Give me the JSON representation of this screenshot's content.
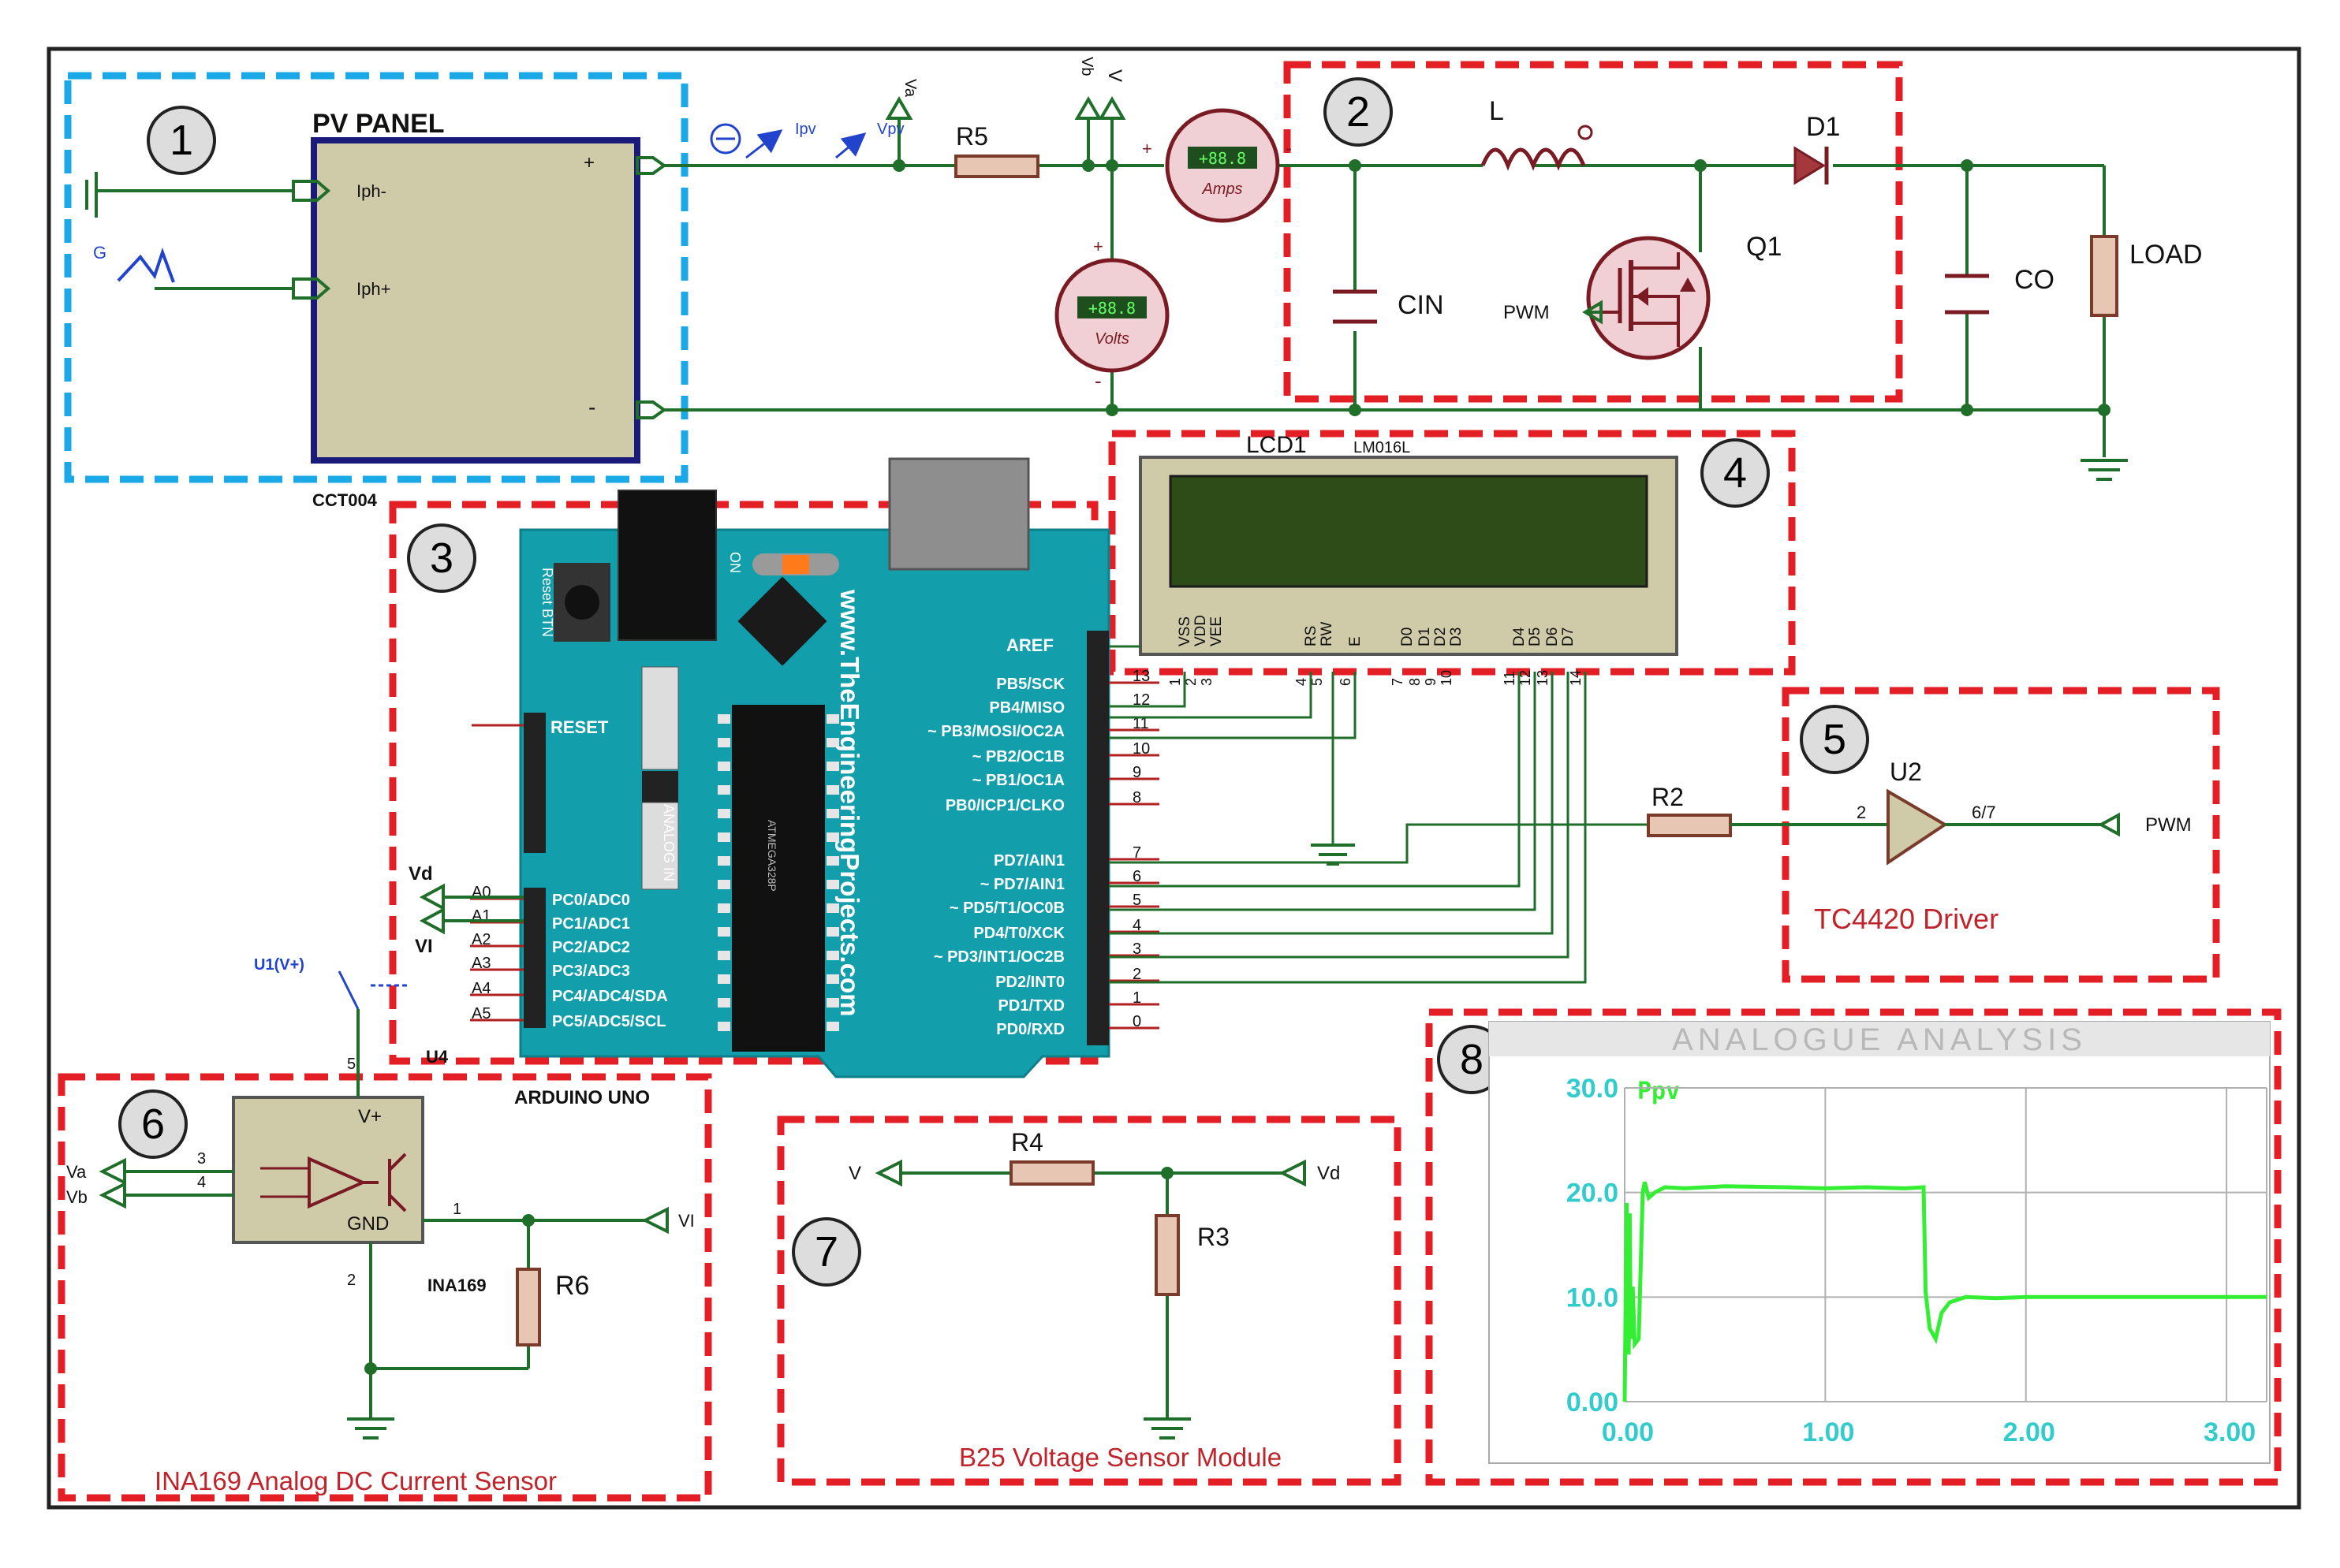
{
  "sections": {
    "s1": {
      "number": "1"
    },
    "s2": {
      "number": "2"
    },
    "s3": {
      "number": "3"
    },
    "s4": {
      "number": "4"
    },
    "s5": {
      "number": "5",
      "caption": "TC4420 Driver"
    },
    "s6": {
      "number": "6",
      "caption": "INA169 Analog DC Current Sensor"
    },
    "s7": {
      "number": "7",
      "caption": "B25 Voltage Sensor Module"
    },
    "s8": {
      "number": "8"
    }
  },
  "pv_panel": {
    "title": "PV PANEL",
    "ref": "CCT004",
    "pin_iph_minus": "Iph-",
    "pin_iph_plus": "Iph+",
    "pin_plus": "+",
    "pin_minus": "-",
    "irradiance_label": "G"
  },
  "probes": {
    "ipv": "Ipv",
    "vpv": "Vpv",
    "va": "Va",
    "vb": "Vb",
    "v": "V"
  },
  "r5": {
    "name": "R5"
  },
  "ammeter": {
    "display": "+88.8",
    "unit": "Amps",
    "plus": "+",
    "minus": "-"
  },
  "voltmeter": {
    "display": "+88.8",
    "unit": "Volts",
    "plus": "+",
    "minus": "-"
  },
  "boost": {
    "inductor": "L",
    "diode": "D1",
    "mosfet": "Q1",
    "cin": "CIN",
    "co": "CO",
    "load": "LOAD",
    "pwm": "PWM"
  },
  "lcd": {
    "name": "LCD1",
    "model": "LM016L",
    "pins": [
      "VSS",
      "VDD",
      "VEE",
      "RS",
      "RW",
      "E",
      "D0",
      "D1",
      "D2",
      "D3",
      "D4",
      "D5",
      "D6",
      "D7"
    ],
    "pin_numbers": [
      "1",
      "2",
      "3",
      "4",
      "5",
      "6",
      "7",
      "8",
      "9",
      "10",
      "11",
      "12",
      "13",
      "14"
    ]
  },
  "arduino": {
    "website": "www.TheEngineeringProjects.com",
    "reset_btn": "Reset BTN",
    "on": "ON",
    "reset": "RESET",
    "analog_in": "ANALOG IN",
    "label": "ARDUINO UNO",
    "ref": "U4",
    "chip": "ATMEGA328P",
    "aref": "AREF",
    "digital_pins": [
      "PB5/SCK",
      "PB4/MISO",
      "~ PB3/MOSI/OC2A",
      "~ PB2/OC1B",
      "~ PB1/OC1A",
      "PB0/ICP1/CLKO",
      "PD7/AIN1",
      "~ PD7/AIN1",
      "~ PD5/T1/OC0B",
      "PD4/T0/XCK",
      "~ PD3/INT1/OC2B",
      "PD2/INT0",
      "PD1/TXD",
      "PD0/RXD"
    ],
    "digital_numbers": [
      "13",
      "12",
      "11",
      "10",
      "9",
      "8",
      "7",
      "6",
      "5",
      "4",
      "3",
      "2",
      "1",
      "0"
    ],
    "analog_pins": [
      "PC0/ADC0",
      "PC1/ADC1",
      "PC2/ADC2",
      "PC3/ADC3",
      "PC4/ADC4/SDA",
      "PC5/ADC5/SCL"
    ],
    "analog_numbers": [
      "A0",
      "A1",
      "A2",
      "A3",
      "A4",
      "A5"
    ],
    "vd": "Vd",
    "vi": "VI"
  },
  "driver": {
    "r2": "R2",
    "u2": "U2",
    "pin_in": "2",
    "pin_out": "6/7",
    "pwm": "PWM"
  },
  "ina169": {
    "vplus": "V+",
    "gnd": "GND",
    "name": "INA169",
    "r6": "R6",
    "u1": "U1(V+)",
    "pin3": "3",
    "pin4": "4",
    "pin5": "5",
    "pin1": "1",
    "pin2": "2",
    "va": "Va",
    "vb": "Vb",
    "vi": "VI"
  },
  "voltage_sensor": {
    "r3": "R3",
    "r4": "R4",
    "v": "V",
    "vd": "Vd"
  },
  "analysis": {
    "title": "ANALOGUE ANALYSIS",
    "series_label": "Ppv"
  },
  "chart_data": {
    "type": "line",
    "title": "ANALOGUE ANALYSIS",
    "xlim": [
      0.0,
      3.2
    ],
    "ylim": [
      0.0,
      30.0
    ],
    "x_ticks": [
      "0.00",
      "1.00",
      "2.00",
      "3.00"
    ],
    "y_ticks": [
      "0.00",
      "10.0",
      "20.0",
      "30.0"
    ],
    "grid": true,
    "colors": {
      "background": "#ffffff",
      "series": "#33ee33",
      "axis_text": "#33cccc",
      "grid": "#b0b0b0"
    },
    "series": [
      {
        "name": "Ppv",
        "x": [
          0.0,
          0.01,
          0.02,
          0.025,
          0.03,
          0.04,
          0.05,
          0.07,
          0.09,
          0.1,
          0.12,
          0.15,
          0.2,
          0.3,
          0.5,
          0.8,
          1.0,
          1.2,
          1.4,
          1.49,
          1.5,
          1.52,
          1.55,
          1.58,
          1.62,
          1.7,
          1.85,
          2.0,
          2.5,
          3.0,
          3.2
        ],
        "y": [
          0.0,
          19.0,
          4.5,
          18.0,
          6.0,
          11.0,
          5.5,
          6.0,
          20.0,
          21.0,
          19.5,
          20.0,
          20.5,
          20.4,
          20.6,
          20.5,
          20.4,
          20.5,
          20.4,
          20.5,
          10.5,
          7.0,
          6.0,
          8.5,
          9.5,
          10.0,
          9.9,
          10.0,
          10.0,
          10.0,
          10.0
        ]
      }
    ]
  }
}
